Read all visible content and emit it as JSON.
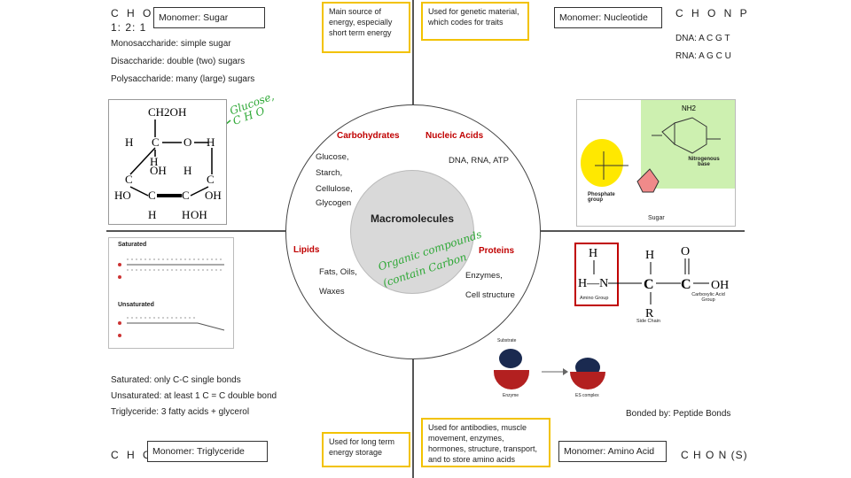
{
  "top_left": {
    "elements": "C H O",
    "ratio": "1: 2: 1",
    "monomer": "Monomer: Sugar",
    "lines": [
      "Monosaccharide: simple sugar",
      "Disaccharide: double (two) sugars",
      "Polysaccharide: many (large) sugars"
    ]
  },
  "top_center_left_box": "Main source of energy, especially short term energy",
  "top_center_right_box": "Used for genetic material, which codes for traits",
  "top_right": {
    "monomer": "Monomer: Nucleotide",
    "elements": "C H O N P",
    "dna": "DNA: A C G T",
    "rna": "RNA: A G C U"
  },
  "glucose_note": {
    "word": "Glucose,",
    "letters": "C H O"
  },
  "glucose_structure": {
    "atoms": [
      "CH2OH",
      "H",
      "O",
      "H",
      "C",
      "H",
      "C",
      "OH",
      "H",
      "C",
      "HO",
      "C",
      "C",
      "OH",
      "H",
      "H",
      "OH"
    ]
  },
  "circle": {
    "center": "Macromolecules",
    "carbohydrates": {
      "title": "Carbohydrates",
      "items": [
        "Glucose,",
        "Starch,",
        "Cellulose,",
        "Glycogen"
      ]
    },
    "nucleic_acids": {
      "title": "Nucleic Acids",
      "items": [
        "DNA, RNA, ATP"
      ]
    },
    "lipids": {
      "title": "Lipids",
      "items": [
        "Fats, Oils,",
        "Waxes"
      ]
    },
    "proteins": {
      "title": "Proteins",
      "items": [
        "Enzymes,",
        "Cell structure"
      ]
    },
    "organic_note": [
      "Organic compounds",
      "(contain Carbon"
    ]
  },
  "nucleotide_image": {
    "nh2": "NH2",
    "nitrogenous_base": "Nitrogenous base",
    "phosphate_group": "Phosphate group",
    "sugar": "Sugar"
  },
  "fatty_acid_image": {
    "saturated": "Saturated",
    "unsaturated": "Unsaturated"
  },
  "amino_image": {
    "amino_group": "Amino Group",
    "carboxylic_group": "Carboxylic Acid Group",
    "side_chain": "Side Chain"
  },
  "enzyme_image": {
    "substrate": "Substrate",
    "enzyme": "Enzyme",
    "es_complex": "ES complex"
  },
  "bottom_left": {
    "lines": [
      "Saturated: only C-C single bonds",
      "Unsaturated: at least 1 C = C double bond",
      "Triglyceride: 3 fatty acids + glycerol"
    ],
    "elements": "C H O",
    "monomer": "Monomer: Triglyceride"
  },
  "bottom_center_left_box": "Used for long term energy storage",
  "bottom_center_right_box": "Used for antibodies, muscle movement, enzymes, hormones, structure, transport, and to store amino acids",
  "bottom_right": {
    "bonded_by": "Bonded by: Peptide Bonds",
    "monomer": "Monomer: Amino Acid",
    "elements": "C H O N (S)"
  }
}
